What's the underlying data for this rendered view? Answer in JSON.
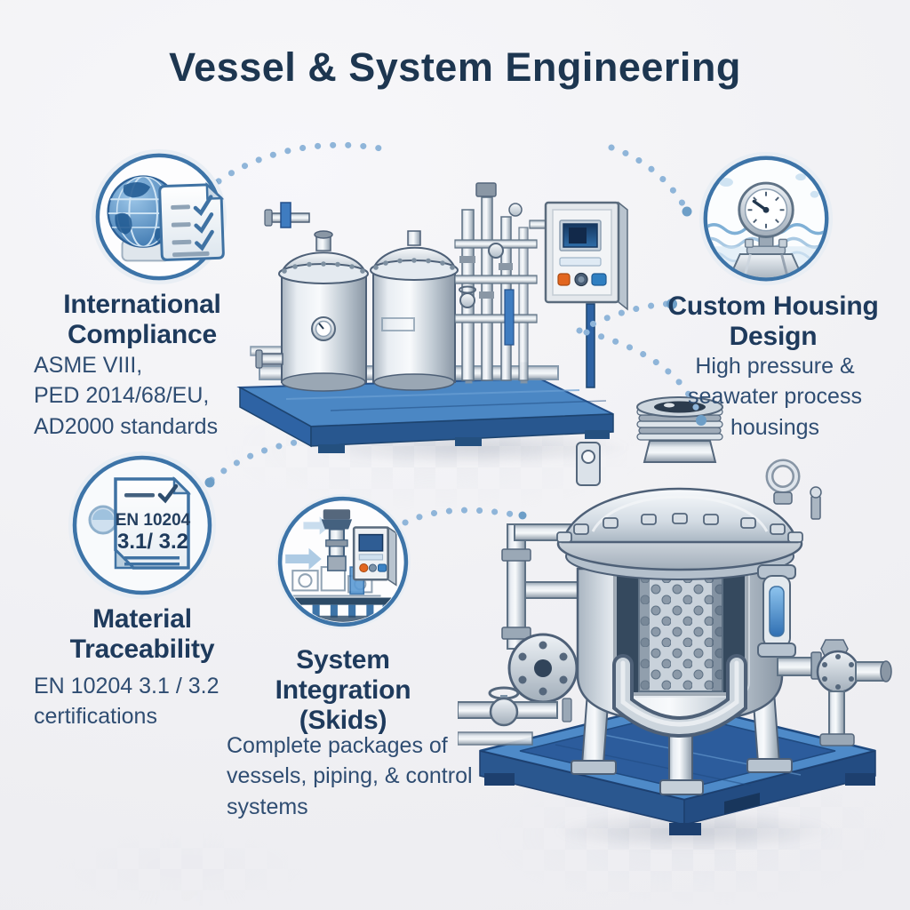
{
  "page": {
    "title": "Vessel & System Engineering",
    "colors": {
      "background": "#f2f2f5",
      "heading": "#1e3a5c",
      "body_text": "#2f4d72",
      "icon_ring_blue": "#3d74a8",
      "dotted_connector_blue": "#8fb5d9",
      "skid_blue": "#3874b6",
      "steel_gray": "#b9c4cf",
      "button_orange": "#e2661f",
      "screen_blue": "#2f5d94"
    }
  },
  "features": [
    {
      "id": "international-compliance",
      "icon": "globe-checklist-icon",
      "title_lines": [
        "International",
        "Compliance"
      ],
      "desc_lines": [
        "ASME VIII,",
        "PED 2014/68/EU,",
        "AD2000 standards"
      ]
    },
    {
      "id": "custom-housing-design",
      "icon": "pressure-gauge-icon",
      "title_lines": [
        "Custom Housing",
        "Design"
      ],
      "desc_lines": [
        "High pressure &",
        "seawater process",
        "housings"
      ]
    },
    {
      "id": "material-traceability",
      "icon": "certificate-document-icon",
      "icon_text": {
        "line1": "EN 10204",
        "line2": "3.1/ 3.2"
      },
      "title_lines": [
        "Material",
        "Traceability"
      ],
      "desc_lines": [
        "EN 10204 3.1 / 3.2",
        "certifications"
      ]
    },
    {
      "id": "system-integration-skids",
      "icon": "skid-unit-icon",
      "title_lines": [
        "System",
        "Integration",
        "(Skids)"
      ],
      "desc_lines": [
        "Complete packages of",
        "vessels, piping, & control",
        "systems"
      ]
    }
  ],
  "illustrations": [
    {
      "name": "process-skid-illustration",
      "description": "Skid-mounted twin-vessel process unit with piping and control panel on blue base"
    },
    {
      "name": "filter-housing-vessel-illustration",
      "description": "Large filter housing vessel with bolted flange, cutaway cartridge and piping on blue skid base"
    }
  ]
}
